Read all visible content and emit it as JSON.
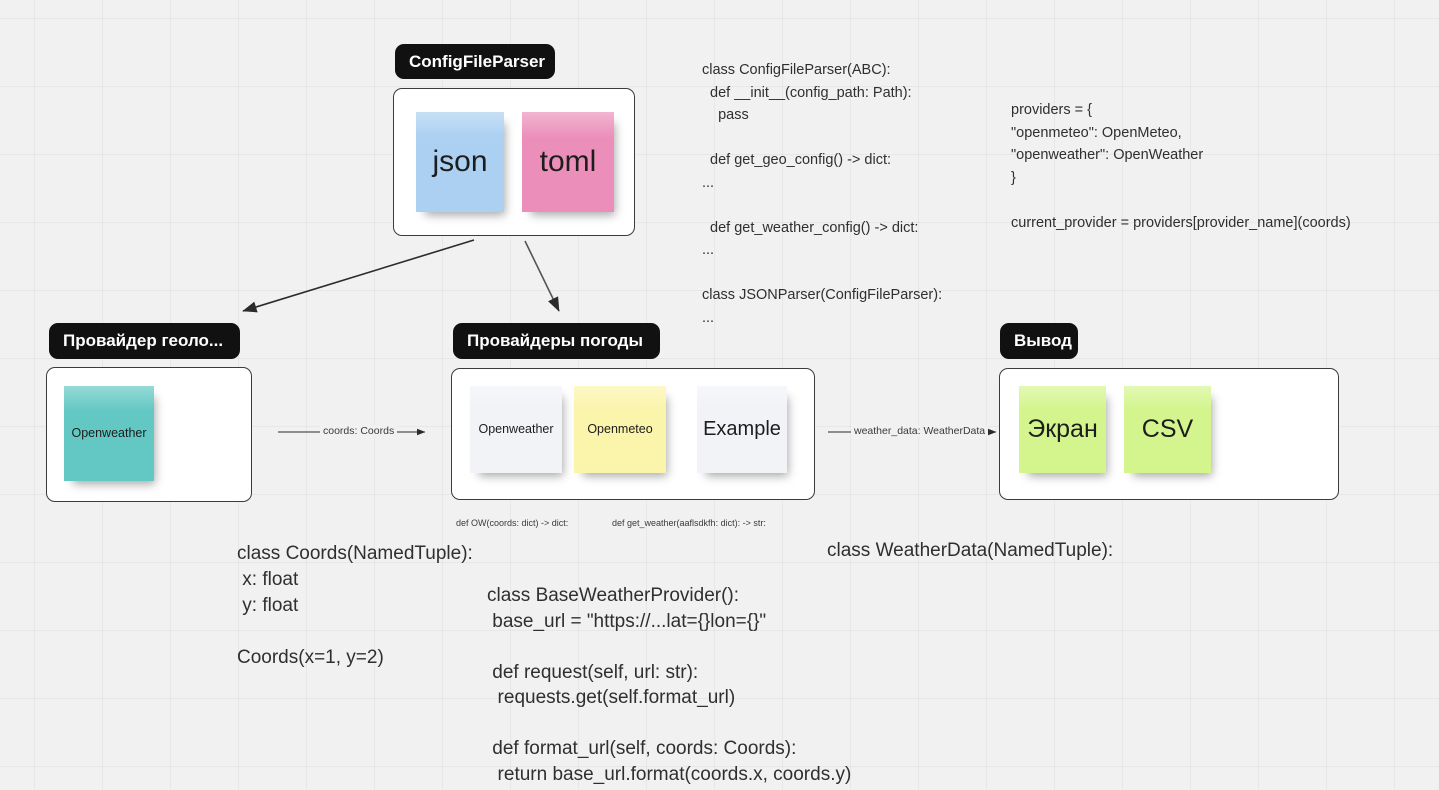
{
  "canvas": {
    "background": "#f1f1f1",
    "grid_color": "#e6e6e6"
  },
  "frames": [
    {
      "id": "config-file-parser",
      "title": "ConfigFileParser",
      "notes": [
        {
          "label": "json",
          "color": "#abd0f2"
        },
        {
          "label": "toml",
          "color": "#eb8fba"
        }
      ]
    },
    {
      "id": "geo-provider",
      "title": "Провайдер геоло...",
      "notes": [
        {
          "label": "Openweather",
          "color": "#63c8c4"
        }
      ]
    },
    {
      "id": "weather-providers",
      "title": "Провайдеры погоды",
      "notes": [
        {
          "label": "Openweather",
          "color": "#f2f3f7"
        },
        {
          "label": "Openmeteo",
          "color": "#fbf4ab"
        },
        {
          "label": "Example",
          "color": "#f2f3f7"
        }
      ]
    },
    {
      "id": "output",
      "title": "Вывод",
      "notes": [
        {
          "label": "Экран",
          "color": "#d4f58e"
        },
        {
          "label": "CSV",
          "color": "#d4f58e"
        }
      ]
    }
  ],
  "edges": [
    {
      "id": "coords-edge",
      "label": "coords: Coords"
    },
    {
      "id": "weather-data-edge",
      "label": "weather_data: WeatherData"
    }
  ],
  "code_blocks": {
    "config_parser_abc": "class ConfigFileParser(ABC):\n  def __init__(config_path: Path):\n    pass\n\n  def get_geo_config() -> dict:\n...\n\n  def get_weather_config() -> dict:\n...\n\nclass JSONParser(ConfigFileParser):\n...",
    "providers_dict": "providers = {\n\"openmeteo\": OpenMeteo,\n\"openweather\": OpenWeather\n}\n\ncurrent_provider = providers[provider_name](coords)",
    "coords_namedtuple": "class Coords(NamedTuple):\n x: float\n y: float\n\nCoords(x=1, y=2)",
    "weather_data_namedtuple": "class WeatherData(NamedTuple):",
    "base_weather_provider": "class BaseWeatherProvider():\n base_url = \"https://...lat={}lon={}\"\n\n def request(self, url: str):\n  requests.get(self.format_url)\n\n def format_url(self, coords: Coords):\n  return base_url.format(coords.x, coords.y)",
    "ow_signature": "def OW(coords: dict) -> dict:",
    "get_weather_signature": "def get_weather(aaflsdkfh: dict): -> str:"
  }
}
